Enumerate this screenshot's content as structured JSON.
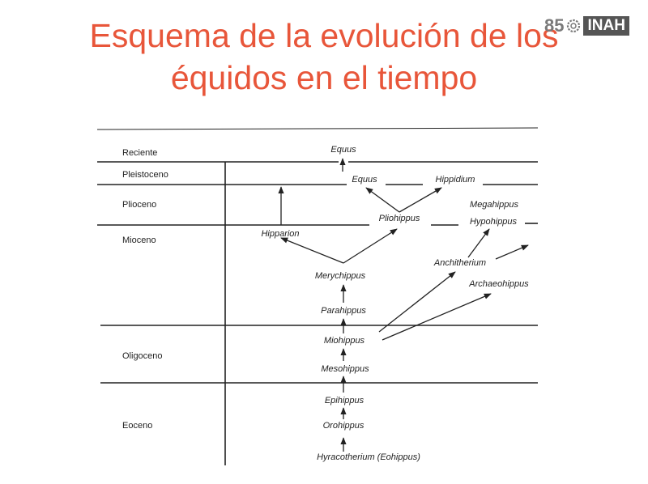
{
  "slide": {
    "title_line1": "Esquema de la evolución de los",
    "title_line2": "équidos en el tiempo",
    "title_color": "#e8563a"
  },
  "logo": {
    "number": "85",
    "text": "INAH"
  },
  "diagram": {
    "eras": {
      "reciente": "Reciente",
      "pleistoceno": "Pleistoceno",
      "plioceno": "Plioceno",
      "mioceno": "Mioceno",
      "oligoceno": "Oligoceno",
      "eoceno": "Eoceno"
    },
    "taxa": {
      "equus_recent": "Equus",
      "equus_pleistocene": "Equus",
      "hippidium": "Hippidium",
      "megahippus": "Megahippus",
      "pliohippus": "Pliohippus",
      "hypohippus": "Hypohippus",
      "hipparion": "Hipparion",
      "anchitherium": "Anchitherium",
      "merychippus": "Merychippus",
      "archaeohippus": "Archaeohippus",
      "parahippus": "Parahippus",
      "miohippus": "Miohippus",
      "mesohippus": "Mesohippus",
      "epihippus": "Epihippus",
      "orohippus": "Orohippus",
      "hyracotherium": "Hyracotherium (Eohippus)"
    }
  }
}
